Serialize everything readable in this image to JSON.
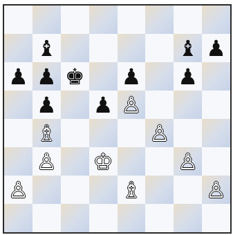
{
  "board": {
    "rows": [
      [
        "",
        "",
        "",
        "",
        "",
        "",
        "",
        ""
      ],
      [
        "",
        "b",
        "",
        "",
        "",
        "",
        "b",
        "p"
      ],
      [
        "p",
        "p",
        "k",
        "",
        "p",
        "",
        "p",
        ""
      ],
      [
        "",
        "p",
        "",
        "p",
        "P",
        "",
        "",
        ""
      ],
      [
        "",
        "B",
        "",
        "",
        "",
        "P",
        "",
        ""
      ],
      [
        "",
        "P",
        "",
        "K",
        "",
        "",
        "P",
        ""
      ],
      [
        "P",
        "",
        "",
        "",
        "B",
        "",
        "",
        "P"
      ],
      [
        "",
        "",
        "",
        "",
        "",
        "",
        "",
        ""
      ]
    ]
  },
  "pieces": {
    "k": {
      "glyph": "♚",
      "side": "black",
      "name": "black-king"
    },
    "b": {
      "glyph": "♝",
      "side": "black",
      "name": "black-bishop"
    },
    "p": {
      "glyph": "♟",
      "side": "black",
      "name": "black-pawn"
    },
    "K": {
      "glyph": "♔",
      "side": "white",
      "name": "white-king"
    },
    "B": {
      "glyph": "♗",
      "side": "white",
      "name": "white-bishop"
    },
    "P": {
      "glyph": "♙",
      "side": "white",
      "name": "white-pawn"
    }
  },
  "colors": {
    "light_square": "#f7f8fb",
    "dark_square": "#c8d2e4",
    "border": "#2a2a2a"
  }
}
